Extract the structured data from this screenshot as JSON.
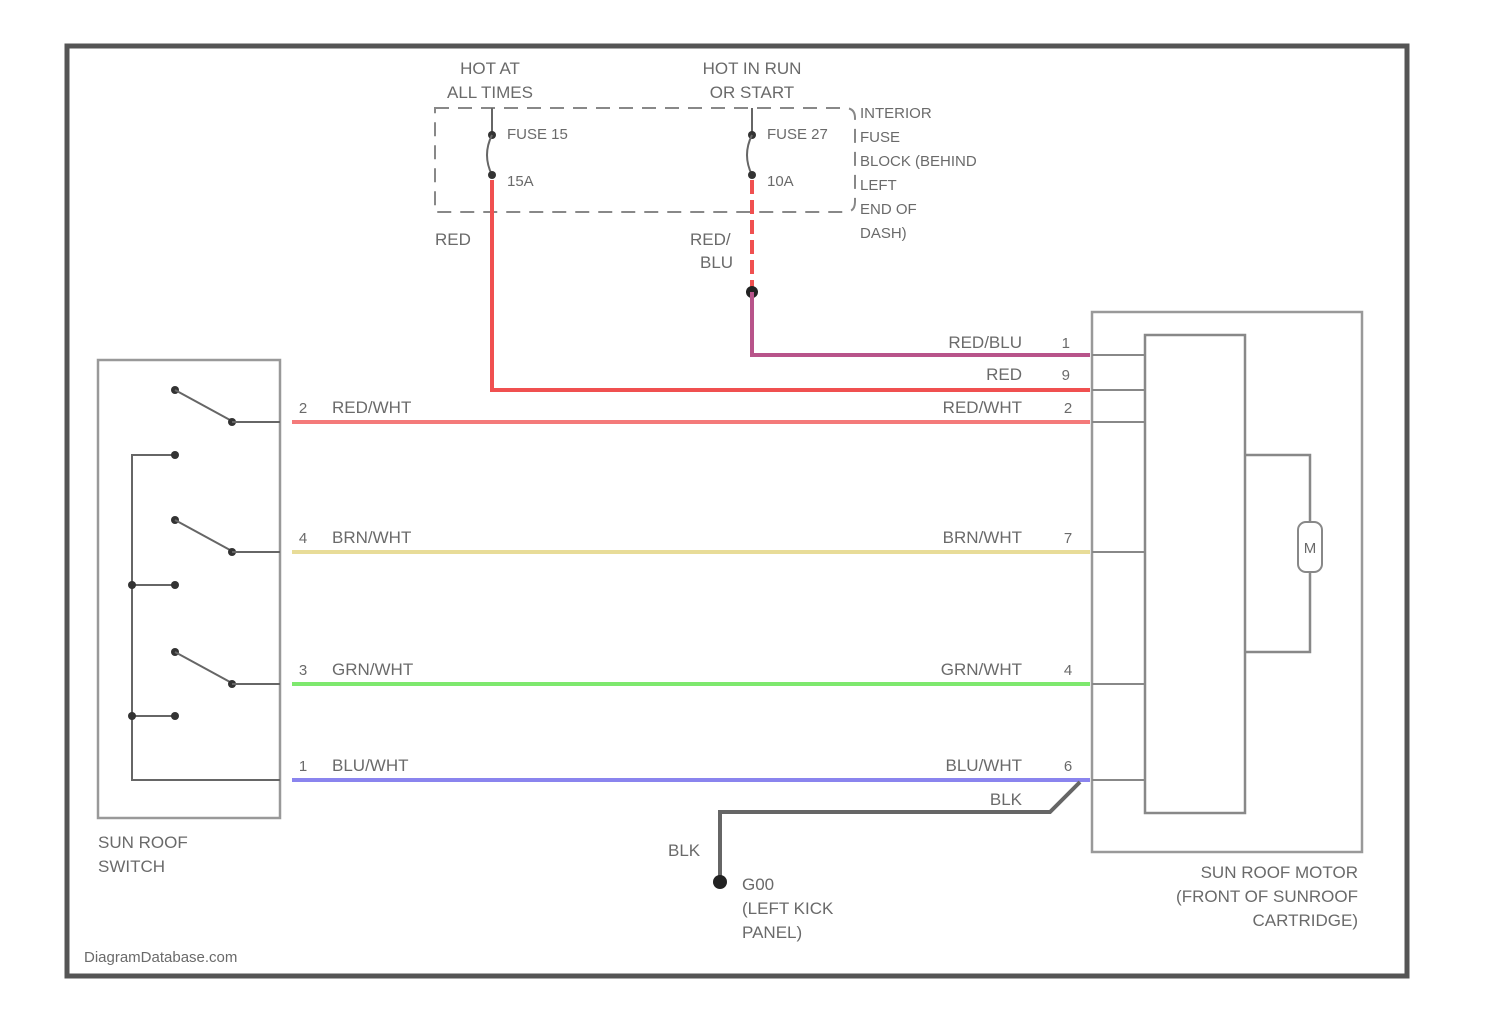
{
  "header": {
    "hot_at_all_times": [
      "HOT AT",
      "ALL TIMES"
    ],
    "hot_in_run": [
      "HOT IN RUN",
      "OR START"
    ]
  },
  "fuses": {
    "left": {
      "name": "FUSE 15",
      "rating": "15A"
    },
    "right": {
      "name": "FUSE 27",
      "rating": "10A"
    }
  },
  "fuse_block_label": [
    "INTERIOR",
    "FUSE",
    "BLOCK (BEHIND",
    "LEFT",
    "END OF",
    "DASH)"
  ],
  "feed_wires": {
    "left": "RED",
    "right_line1": "RED/",
    "right_line2": "BLU"
  },
  "switch_label": [
    "SUN ROOF",
    "SWITCH"
  ],
  "motor_label": [
    "SUN ROOF MOTOR",
    "(FRONT OF SUNROOF",
    "CARTRIDGE)"
  ],
  "ground_label": [
    "G00",
    "(LEFT KICK",
    "PANEL)"
  ],
  "ground_wire": "BLK",
  "ground_wire_right": "BLK",
  "motor_symbol": "M",
  "watermark": "DiagramDatabase.com",
  "motor_wires": [
    {
      "left_label": "",
      "right_label": "RED/BLU",
      "pin_right": "1",
      "color": "#b8548a"
    },
    {
      "left_label": "",
      "right_label": "RED",
      "pin_right": "9",
      "color": "#f05050"
    }
  ],
  "switch_wires": [
    {
      "pin_left": "2",
      "left_label": "RED/WHT",
      "right_label": "RED/WHT",
      "pin_right": "2",
      "color": "#f47a7a"
    },
    {
      "pin_left": "4",
      "left_label": "BRN/WHT",
      "right_label": "BRN/WHT",
      "pin_right": "7",
      "color": "#e8dc98"
    },
    {
      "pin_left": "3",
      "left_label": "GRN/WHT",
      "right_label": "GRN/WHT",
      "pin_right": "4",
      "color": "#7ee86e"
    },
    {
      "pin_left": "1",
      "left_label": "BLU/WHT",
      "right_label": "BLU/WHT",
      "pin_right": "6",
      "color": "#8a84ee"
    }
  ]
}
